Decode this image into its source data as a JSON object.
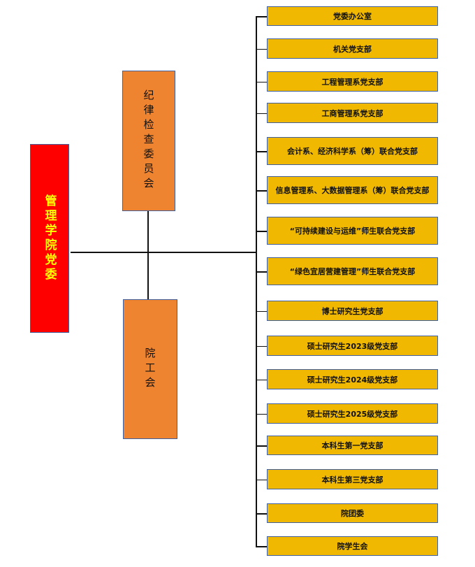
{
  "colors": {
    "root_fill": "#ff0000",
    "root_text": "#ffff00",
    "mid_fill": "#ef8430",
    "branch_fill": "#f0b800",
    "border": "#3f5f9f",
    "connector": "#111111"
  },
  "root": {
    "label": "管理学院党委"
  },
  "middle": [
    {
      "label": "纪律检查委员会"
    },
    {
      "label": "院工会"
    }
  ],
  "branches": [
    {
      "label": "党委办公室"
    },
    {
      "label": "机关党支部"
    },
    {
      "label": "工程管理系党支部"
    },
    {
      "label": "工商管理系党支部"
    },
    {
      "label": "会计系、经济科学系（筹）联合党支部"
    },
    {
      "label": "信息管理系、大数据管理系（筹）联合党支部"
    },
    {
      "label": "“可持续建设与运维”师生联合党支部"
    },
    {
      "label": "“绿色宜居营建管理”师生联合党支部"
    },
    {
      "label": "博士研究生党支部"
    },
    {
      "label": "硕士研究生2023级党支部"
    },
    {
      "label": "硕士研究生2024级党支部"
    },
    {
      "label": "硕士研究生2025级党支部"
    },
    {
      "label": "本科生第一党支部"
    },
    {
      "label": "本科生第三党支部"
    },
    {
      "label": "院团委"
    },
    {
      "label": "院学生会"
    }
  ]
}
